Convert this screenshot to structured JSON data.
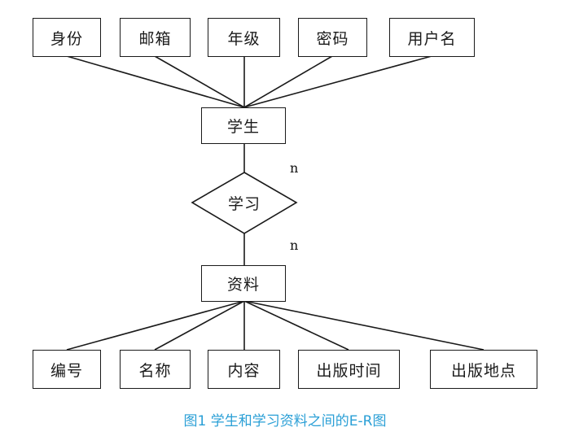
{
  "student_attributes": [
    "身份",
    "邮箱",
    "年级",
    "密码",
    "用户名"
  ],
  "student_entity": "学生",
  "relationship": "学习",
  "cardinality_top": "n",
  "cardinality_bottom": "n",
  "material_entity": "资料",
  "material_attributes": [
    "编号",
    "名称",
    "内容",
    "出版时间",
    "出版地点"
  ],
  "caption": "图1 学生和学习资料之间的E-R图",
  "colors": {
    "line": "#1a1a1a",
    "caption": "#2a9fd6"
  }
}
